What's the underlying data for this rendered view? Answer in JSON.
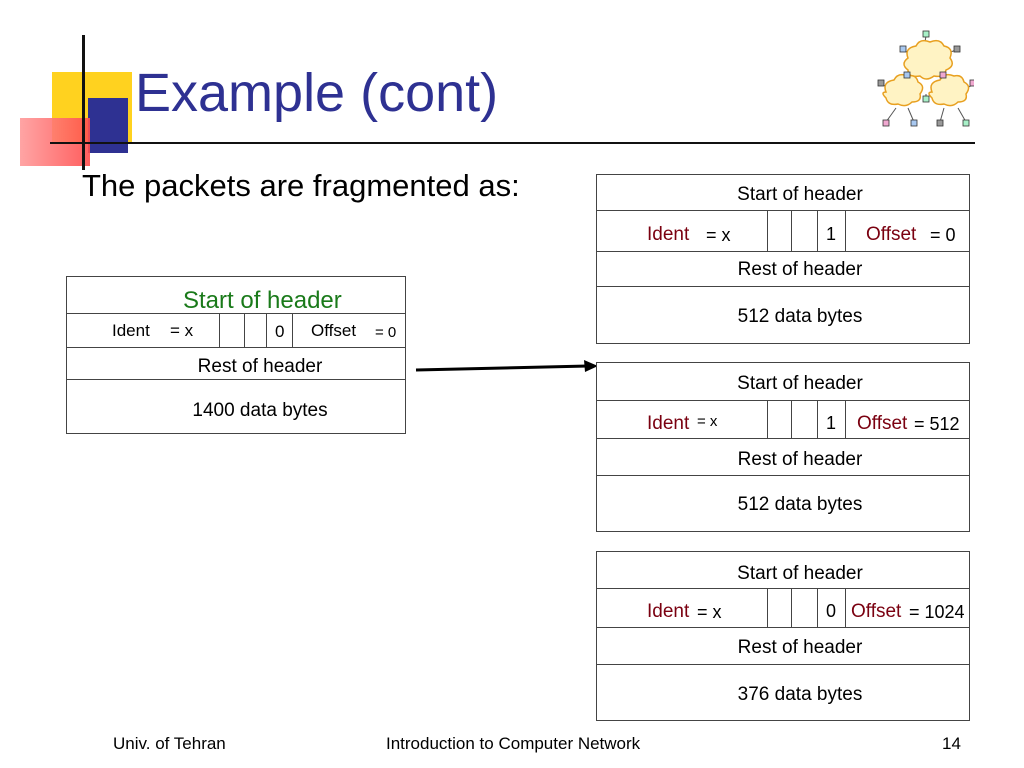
{
  "slide": {
    "title": "Example (cont)",
    "subtitle": "The packets are fragmented as:"
  },
  "original": {
    "start_of_header": "Start of header",
    "ident_label": "Ident",
    "ident_value": "= x",
    "flag": "0",
    "offset_label": "Offset",
    "offset_value": "= 0",
    "rest_of_header": "Rest of header",
    "data": "1400 data bytes"
  },
  "fragments": [
    {
      "start_of_header": "Start of header",
      "ident_label": "Ident",
      "ident_value": "= x",
      "flag": "1",
      "offset_label": "Offset",
      "offset_value": "= 0",
      "rest_of_header": "Rest of header",
      "data": "512 data bytes"
    },
    {
      "start_of_header": "Start of header",
      "ident_label": "Ident",
      "ident_value": "= x",
      "flag": "1",
      "offset_label": "Offset",
      "offset_value": "= 512",
      "rest_of_header": "Rest of header",
      "data": "512 data bytes"
    },
    {
      "start_of_header": "Start of header",
      "ident_label": "Ident",
      "ident_value": "= x",
      "flag": "0",
      "offset_label": "Offset",
      "offset_value": "= 1024",
      "rest_of_header": "Rest of header",
      "data": "376 data bytes"
    }
  ],
  "footer": {
    "left": "Univ. of Tehran",
    "center": "Introduction to Computer Network",
    "page": "14"
  },
  "colors": {
    "title": "#2e3192",
    "field_label_red": "#7a0010",
    "start_header_green": "#1a7a1a",
    "deco_yellow": "#ffd21f",
    "deco_blue": "#2e3192",
    "deco_red": "#ff4d4d"
  },
  "icons": [
    "network-clouds-icon",
    "arrow-right-icon"
  ]
}
